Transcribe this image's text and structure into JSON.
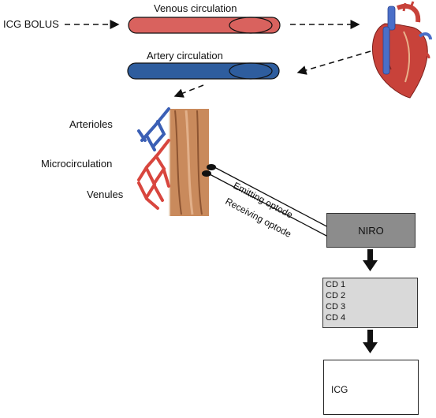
{
  "labels": {
    "icg_bolus": "ICG BOLUS",
    "venous": "Venous circulation",
    "artery": "Artery circulation",
    "arterioles": "Arterioles",
    "microcirculation": "Microcirculation",
    "venules": "Venules",
    "emitting": "Emitting optode",
    "receiving": "Receiving optode",
    "niro": "NIRO",
    "icg": "ICG"
  },
  "cd_channels": [
    "CD 1",
    "CD 2",
    "CD 3",
    "CD 4"
  ],
  "colors": {
    "venous_fill": "#d9625e",
    "artery_fill": "#2e5d9e",
    "niro_fill": "#8c8c8c",
    "cd_fill": "#d9d9d9",
    "muscle": "#c98a5c",
    "vessel_red": "#d8463e",
    "vessel_blue": "#3b5fb5"
  },
  "icons": {
    "heart": "anatomical-heart-icon",
    "tissue": "muscle-vessel-illustration"
  }
}
